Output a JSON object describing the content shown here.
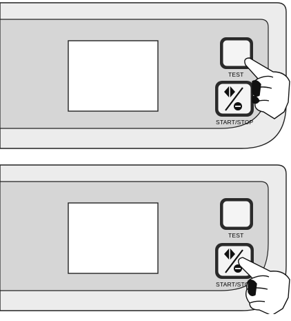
{
  "panels": [
    {
      "test_label": "TEST",
      "start_stop_label": "START/STOP",
      "hand_pressing": "test-button"
    },
    {
      "test_label": "TEST",
      "start_stop_label": "START/STOP",
      "hand_pressing": "start-stop-button"
    }
  ],
  "colors": {
    "outer_panel": "#ececec",
    "inner_panel": "#d6d6d6",
    "screen": "#ffffff",
    "outline": "#222222"
  },
  "icons": [
    "start-stop-icon",
    "pointing-hand-icon"
  ]
}
